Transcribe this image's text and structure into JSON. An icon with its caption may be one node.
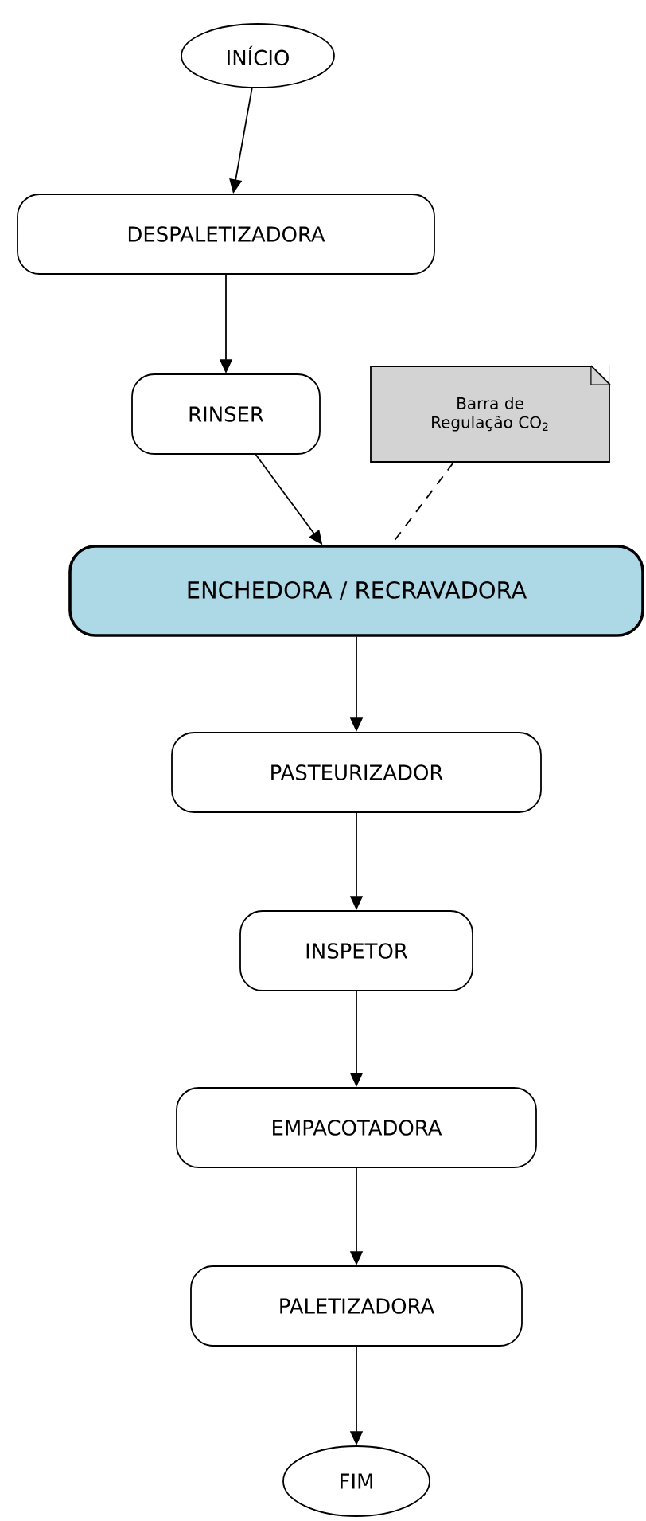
{
  "diagram": {
    "nodes": [
      {
        "text": [
          "INÍCIO"
        ]
      },
      {
        "text": [
          "DESPALETIZADORA"
        ]
      },
      {
        "text": [
          "RINSER"
        ]
      },
      {
        "text": [
          "Barra de Regulação CO$_{2}$"
        ]
      },
      {
        "text": [
          "ENCHEDORA / RECRAVADORA"
        ]
      },
      {
        "text": [
          "PASTEURIZADOR"
        ]
      },
      {
        "text": [
          "INSPETOR"
        ]
      },
      {
        "text": [
          "EMPACOTADORA"
        ]
      },
      {
        "text": [
          "PALETIZADORA"
        ]
      },
      {
        "text": [
          "FIM"
        ]
      }
    ],
    "edges": [
      {
        "from": 0,
        "to": 1,
        "arrow": "to"
      },
      {
        "from": 1,
        "to": 2,
        "arrow": "to"
      },
      {
        "from": 2,
        "to": 4,
        "arrow": "to"
      },
      {
        "from": 3,
        "to": 4,
        "arrow": "none",
        "style": "dashed"
      },
      {
        "from": 4,
        "to": 5,
        "arrow": "to"
      },
      {
        "from": 5,
        "to": 6,
        "arrow": "to"
      },
      {
        "from": 6,
        "to": 7,
        "arrow": "to"
      },
      {
        "from": 7,
        "to": 8,
        "arrow": "to"
      },
      {
        "from": 8,
        "to": 9,
        "arrow": "to"
      }
    ]
  }
}
